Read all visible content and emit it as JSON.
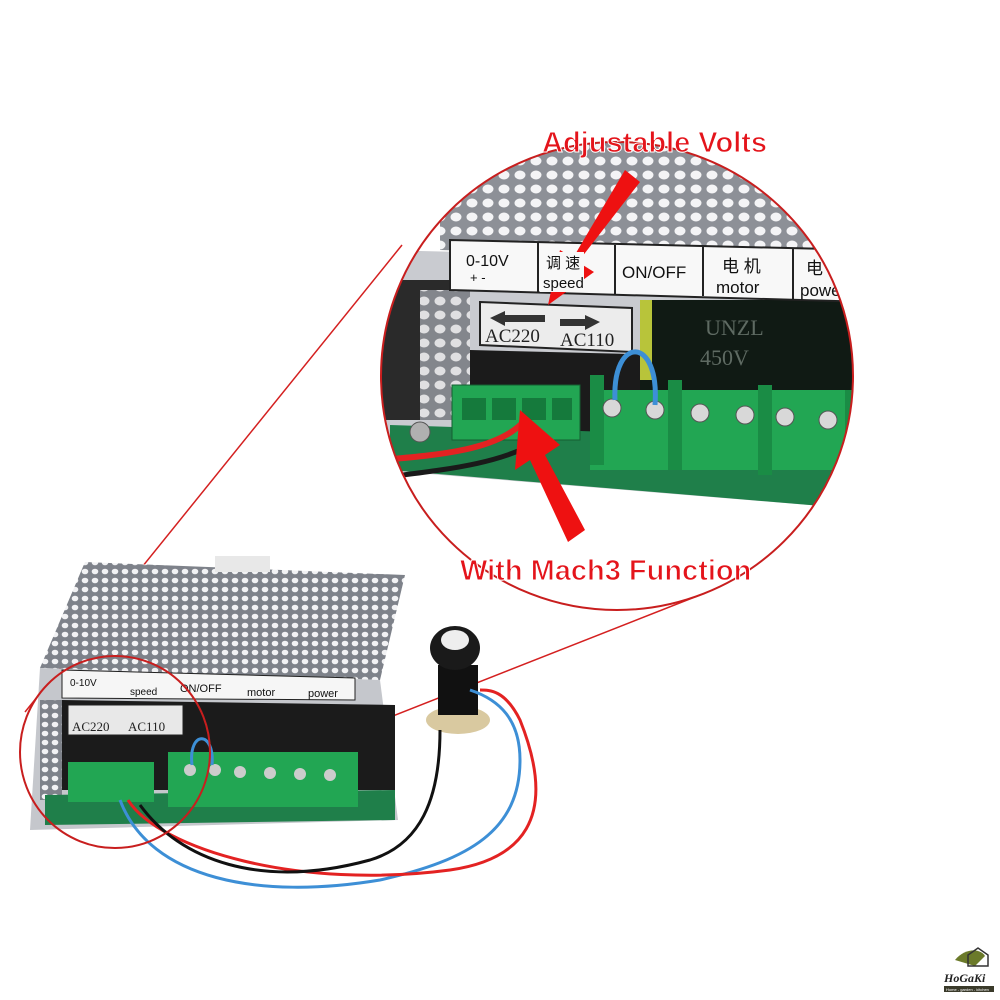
{
  "callouts": {
    "top": "Adjustable Volts",
    "bottom": "With Mach3  Function"
  },
  "label_strip": {
    "voltage": "0-10V",
    "polarity": "+   -",
    "speed_cn": "调 速",
    "speed": "speed",
    "switch": "ON/OFF",
    "motor_cn": "电 机",
    "motor": "motor",
    "power_cn": "电 源",
    "power": "power"
  },
  "voltage_selector": {
    "left": "AC220",
    "right": "AC110"
  },
  "capacitor": {
    "brand": "UNZL",
    "rating": "450V"
  },
  "logo": {
    "name": "HoGaKi",
    "tagline": "Home - garden - kitchen"
  },
  "colors": {
    "callout_red": "#e4141b",
    "terminal_green": "#1fa552",
    "wire_blue": "#3d8fd6"
  }
}
